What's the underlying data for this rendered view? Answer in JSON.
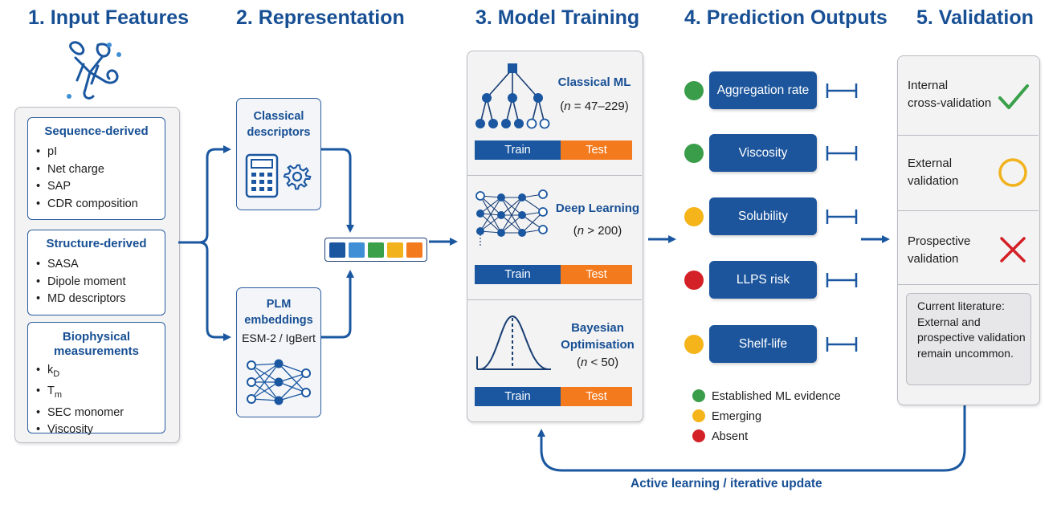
{
  "headings": {
    "input": "1. Input Features",
    "representation": "2. Representation",
    "training": "3. Model Training",
    "outputs": "4. Prediction Outputs",
    "validation": "5. Validation"
  },
  "input_features": {
    "sequence": {
      "title": "Sequence-derived",
      "items": [
        "pI",
        "Net charge",
        "SAP",
        "CDR composition"
      ]
    },
    "structure": {
      "title": "Structure-derived",
      "items": [
        "SASA",
        "Dipole moment",
        "MD descriptors"
      ]
    },
    "biophysical": {
      "title_line1": "Biophysical",
      "title_line2": "measurements",
      "items": [
        {
          "base": "k",
          "sub": "D"
        },
        {
          "base": "T",
          "sub": "m"
        },
        {
          "base": "SEC monomer",
          "sub": ""
        },
        {
          "base": "Viscosity",
          "sub": ""
        }
      ]
    }
  },
  "representation": {
    "classical": {
      "line1": "Classical",
      "line2": "descriptors"
    },
    "plm": {
      "line1": "PLM",
      "line2": "embeddings",
      "model": "ESM-2 / IgBert"
    },
    "vector_colors": [
      "#1a57a0",
      "#3f8fd6",
      "#3aa04a",
      "#f2b21c",
      "#f47a1e"
    ]
  },
  "training": {
    "train_label": "Train",
    "test_label": "Test",
    "models": [
      {
        "title": "Classical ML",
        "n_symbol": "n",
        "n_value": " = 47–229"
      },
      {
        "title": "Deep Learning",
        "n_symbol": "n",
        "n_value": " > 200"
      },
      {
        "title_line1": "Bayesian",
        "title_line2": "Optimisation",
        "n_symbol": "n",
        "n_value": " < 50"
      }
    ]
  },
  "outputs": [
    {
      "label": "Aggregation rate",
      "status": "established",
      "color": "#3a9d4a"
    },
    {
      "label": "Viscosity",
      "status": "established",
      "color": "#3a9d4a"
    },
    {
      "label": "Solubility",
      "status": "emerging",
      "color": "#f4b41a"
    },
    {
      "label": "LLPS risk",
      "status": "absent",
      "color": "#d42027"
    },
    {
      "label": "Shelf-life",
      "status": "emerging",
      "color": "#f4b41a"
    }
  ],
  "legend": [
    {
      "label": "Established ML evidence",
      "color": "#3a9d4a"
    },
    {
      "label": "Emerging",
      "color": "#f4b41a"
    },
    {
      "label": "Absent",
      "color": "#d42027"
    }
  ],
  "validation": {
    "internal": {
      "line1": "Internal",
      "line2": "cross-validation",
      "icon": "check-icon",
      "color": "#3aa04a"
    },
    "external": {
      "line1": "External",
      "line2": "validation",
      "icon": "circle-icon",
      "color": "#f2b21c"
    },
    "prospective": {
      "line1": "Prospective",
      "line2": "validation",
      "icon": "cross-icon",
      "color": "#d42027"
    },
    "note_lines": [
      "Current literature:",
      "External and",
      "prospective validation",
      "remain uncommon."
    ]
  },
  "feedback_label": "Active learning / iterative update"
}
